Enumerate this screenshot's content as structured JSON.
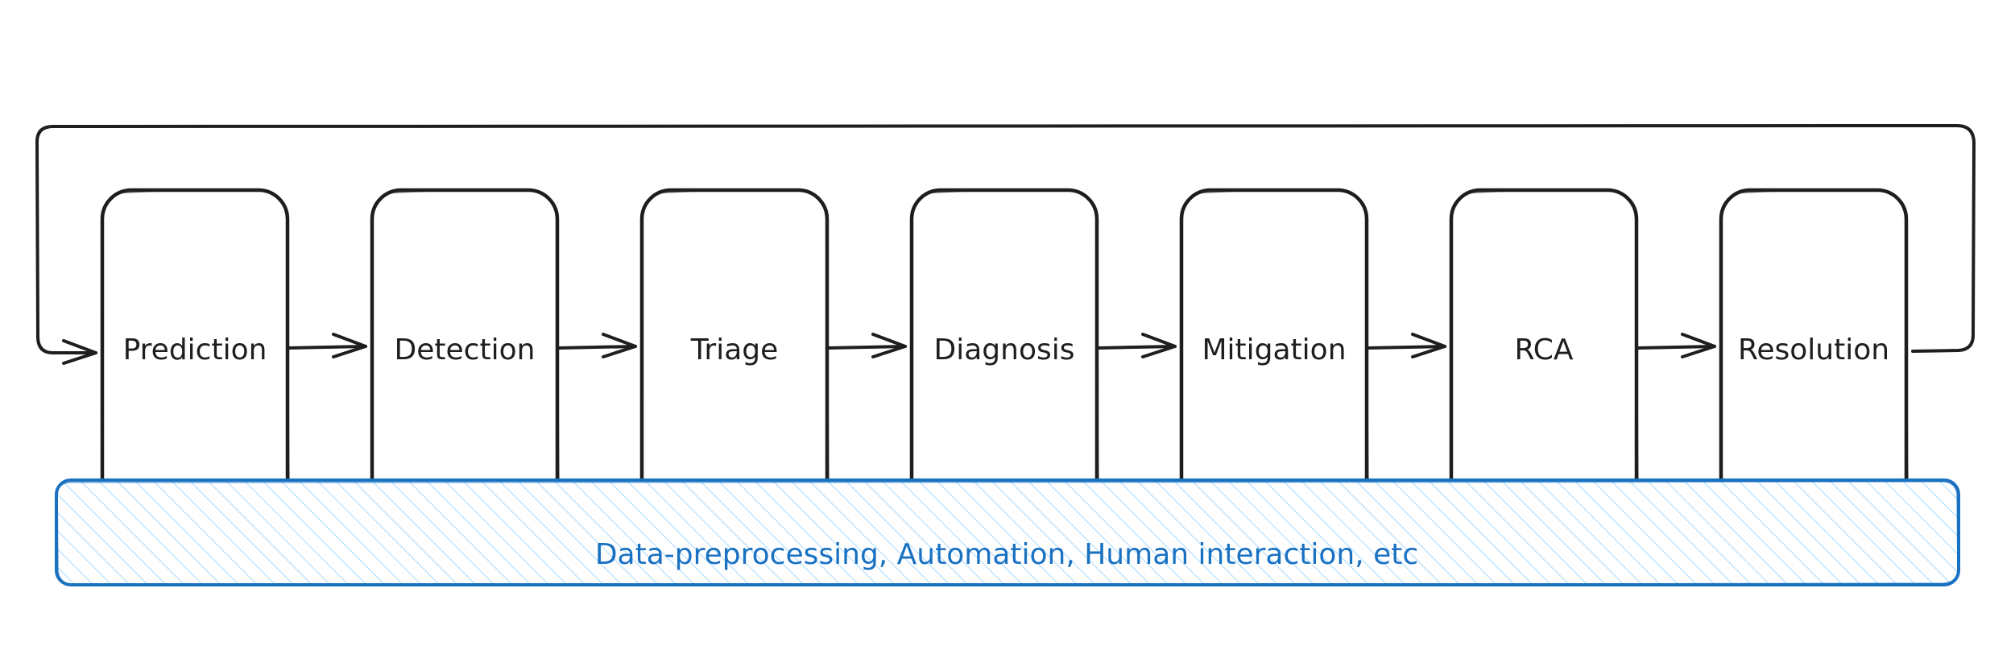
{
  "diagram": {
    "stages": [
      {
        "id": "prediction",
        "label": "Prediction"
      },
      {
        "id": "detection",
        "label": "Detection"
      },
      {
        "id": "triage",
        "label": "Triage"
      },
      {
        "id": "diagnosis",
        "label": "Diagnosis"
      },
      {
        "id": "mitigation",
        "label": "Mitigation"
      },
      {
        "id": "rca",
        "label": "RCA"
      },
      {
        "id": "resolution",
        "label": "Resolution"
      }
    ],
    "flow": [
      [
        "prediction",
        "detection"
      ],
      [
        "detection",
        "triage"
      ],
      [
        "triage",
        "diagnosis"
      ],
      [
        "diagnosis",
        "mitigation"
      ],
      [
        "mitigation",
        "rca"
      ],
      [
        "rca",
        "resolution"
      ]
    ],
    "loop": {
      "from": "resolution",
      "to": "prediction"
    },
    "support_band": {
      "label": "Data-preprocessing, Automation, Human interaction, etc"
    }
  },
  "colors": {
    "stroke": "#1e1e1e",
    "band_stroke": "#1971c2",
    "band_hatch": "#a5d8ff",
    "background": "#ffffff"
  }
}
